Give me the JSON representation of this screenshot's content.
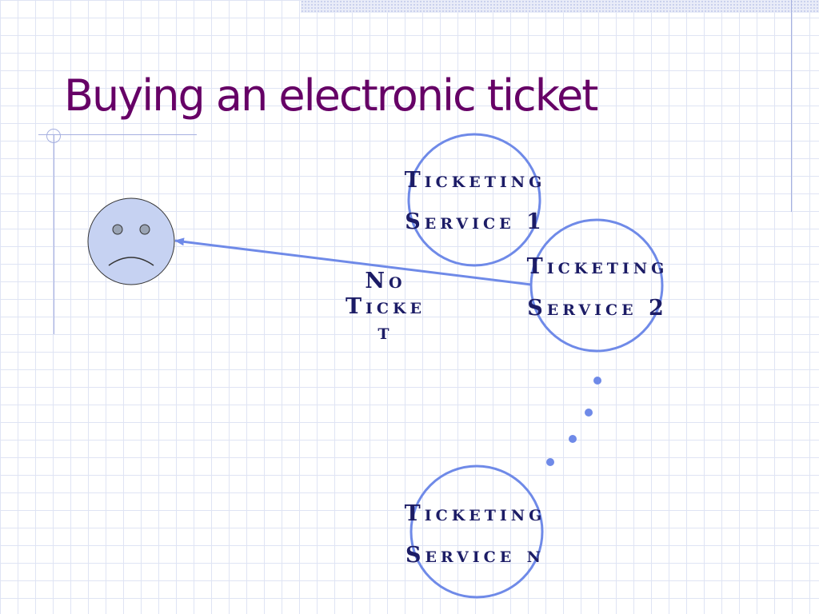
{
  "slide": {
    "title": "Buying an electronic ticket"
  },
  "diagram": {
    "colors": {
      "circle_stroke": "#6f8ae8",
      "label_text": "#1c1c66",
      "face_fill": "#c6d2f2",
      "title": "#660066"
    },
    "user_face": {
      "icon": "sad-face-icon"
    },
    "services": [
      {
        "label": "Ticketing\nService 1"
      },
      {
        "label": "Ticketing\nService 2"
      },
      {
        "label": "Ticketing\nService n"
      }
    ],
    "response_label": "No\nTicke\nt",
    "ellipsis_icon": "vertical-ellipsis-dots"
  }
}
